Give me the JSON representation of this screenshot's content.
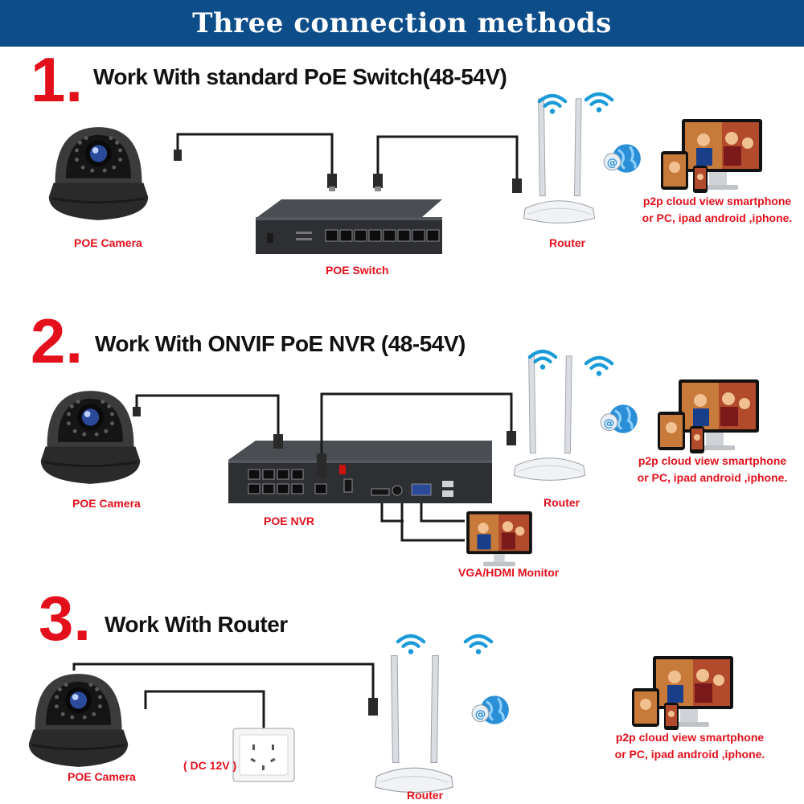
{
  "banner": {
    "title": "Three connection methods"
  },
  "section1": {
    "number": "1.",
    "title": "Work With standard PoE Switch(48-54V)",
    "camera_label": "POE Camera",
    "switch_label": "POE Switch",
    "router_label": "Router",
    "desc_line1": "p2p cloud  view smartphone",
    "desc_line2": "or PC, ipad android ,iphone."
  },
  "section2": {
    "number": "2.",
    "title": "Work With ONVIF PoE NVR (48-54V)",
    "camera_label": "POE Camera",
    "nvr_label": "POE NVR",
    "router_label": "Router",
    "monitor_label": "VGA/HDMI Monitor",
    "desc_line1": "p2p cloud  view smartphone",
    "desc_line2": "or PC, ipad android ,iphone."
  },
  "section3": {
    "number": "3.",
    "title": "Work With Router",
    "camera_label": "POE Camera",
    "power_label": "( DC 12V )",
    "router_label": "Router",
    "desc_line1": "p2p cloud  view smartphone",
    "desc_line2": "or PC, ipad android ,iphone."
  },
  "icons": [
    "dome-camera-icon",
    "poe-switch-icon",
    "router-icon",
    "wifi-icon",
    "cloud-globe-icon",
    "monitor-icon",
    "tablet-icon",
    "smartphone-icon",
    "nvr-icon",
    "power-outlet-icon"
  ],
  "colors": {
    "banner": "#0d4d8a",
    "accent_red": "#e3101c",
    "title_text": "#111111",
    "wifi_blue": "#1a9ad6"
  }
}
